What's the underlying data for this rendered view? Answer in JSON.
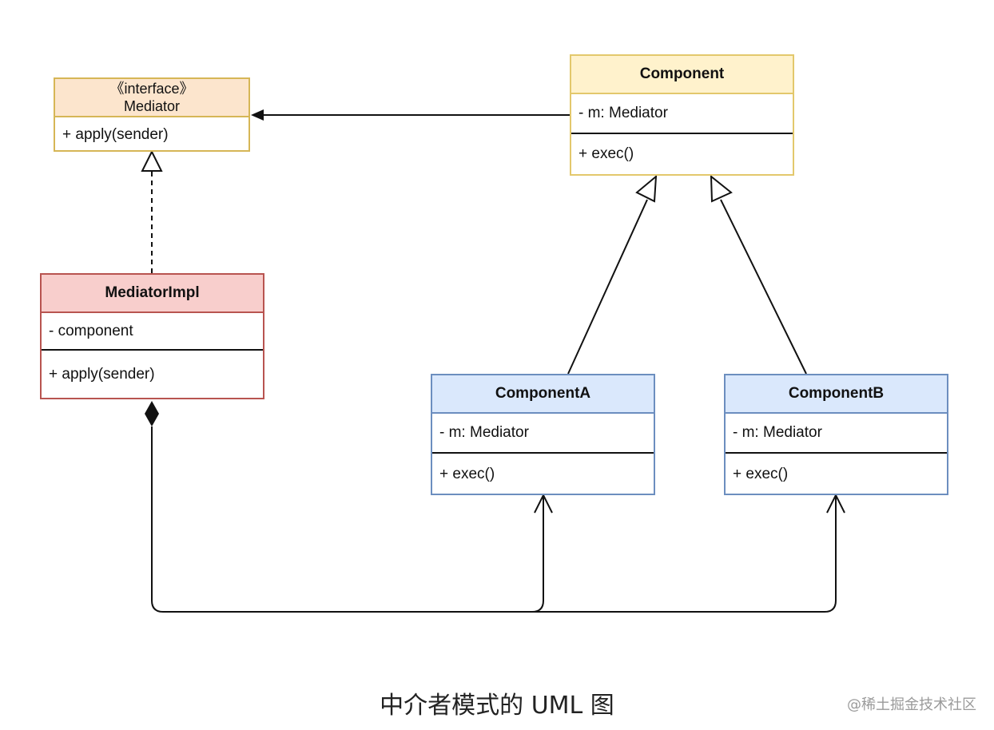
{
  "mediator": {
    "stereotype": "《interface》",
    "name": "Mediator",
    "methods": [
      "+ apply(sender)"
    ]
  },
  "component": {
    "name": "Component",
    "attributes": [
      "- m: Mediator"
    ],
    "methods": [
      "+ exec()"
    ]
  },
  "mediator_impl": {
    "name": "MediatorImpl",
    "attributes": [
      "- component"
    ],
    "methods": [
      "+ apply(sender)"
    ]
  },
  "component_a": {
    "name": "ComponentA",
    "attributes": [
      "- m: Mediator"
    ],
    "methods": [
      "+ exec()"
    ]
  },
  "component_b": {
    "name": "ComponentB",
    "attributes": [
      "- m: Mediator"
    ],
    "methods": [
      "+ exec()"
    ]
  },
  "relations": [
    {
      "from": "Component",
      "to": "Mediator",
      "type": "association"
    },
    {
      "from": "MediatorImpl",
      "to": "Mediator",
      "type": "realization"
    },
    {
      "from": "ComponentA",
      "to": "Component",
      "type": "generalization"
    },
    {
      "from": "ComponentB",
      "to": "Component",
      "type": "generalization"
    },
    {
      "from": "MediatorImpl",
      "to": "ComponentA",
      "type": "composition"
    },
    {
      "from": "MediatorImpl",
      "to": "ComponentB",
      "type": "composition"
    }
  ],
  "caption": "中介者模式的 UML 图",
  "watermark": "@稀土掘金技术社区",
  "colors": {
    "interface_fill": "#fce5cd",
    "component_fill": "#fff2cc",
    "impl_fill": "#f8cecc",
    "concrete_fill": "#dae8fc",
    "line": "#111111"
  }
}
